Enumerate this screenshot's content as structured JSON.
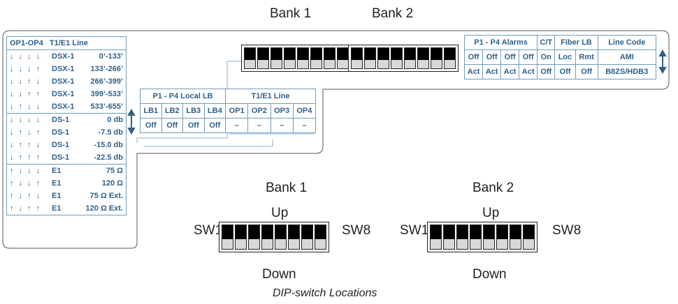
{
  "top_banks": {
    "bank1": "Bank 1",
    "bank2": "Bank 2"
  },
  "left_table": {
    "header_col1": "OP1-OP4",
    "header_col2": "T1/E1 Line",
    "dsx_rows": [
      {
        "arrows": "↓ ↓ ↓ ↓",
        "code": "DSX-1",
        "val": "0’-133’"
      },
      {
        "arrows": "↓ ↓ ↓ ↑",
        "code": "DSX-1",
        "val": "133’-266’"
      },
      {
        "arrows": "↓ ↓ ↑ ↓",
        "code": "DSX-1",
        "val": "266’-399’"
      },
      {
        "arrows": "↓ ↓ ↑ ↑",
        "code": "DSX-1",
        "val": "399’-533’"
      },
      {
        "arrows": "↓ ↑ ↓ ↓",
        "code": "DSX-1",
        "val": "533’-655’"
      }
    ],
    "ds_rows": [
      {
        "arrows": "↓ ↓ ↓ ↓",
        "code": "DS-1",
        "val": "0 db"
      },
      {
        "arrows": "↓ ↑ ↓ ↑",
        "code": "DS-1",
        "val": "-7.5 db"
      },
      {
        "arrows": "↓ ↑ ↑ ↓",
        "code": "DS-1",
        "val": "-15.0 db"
      },
      {
        "arrows": "↓ ↑ ↑ ↑",
        "code": "DS-1",
        "val": "-22.5 db"
      }
    ],
    "e1_rows": [
      {
        "arrows": "↑ ↓ ↓ ↓",
        "code": "E1",
        "val": "75 Ω"
      },
      {
        "arrows": "↑ ↓ ↓ ↑",
        "code": "E1",
        "val": "120 Ω"
      },
      {
        "arrows": "↑ ↓ ↑ ↓",
        "code": "E1",
        "val": "75 Ω Ext."
      },
      {
        "arrows": "↑ ↓ ↑ ↑",
        "code": "E1",
        "val": "120 Ω Ext."
      }
    ]
  },
  "mid_table": {
    "group1": "P1 - P4 Local LB",
    "group2": "T1/E1 Line",
    "cols": [
      "LB1",
      "LB2",
      "LB3",
      "LB4",
      "OP1",
      "OP2",
      "OP3",
      "OP4"
    ],
    "vals": [
      "Off",
      "Off",
      "Off",
      "Off",
      "–",
      "–",
      "–",
      "–"
    ]
  },
  "right_table": {
    "group_alarms": "P1 - P4 Alarms",
    "group_ct": "C/T",
    "group_fiber": "Fiber LB",
    "group_line": "Line Code",
    "row1": [
      "Off",
      "Off",
      "Off",
      "Off",
      "On",
      "Loc",
      "Rmt",
      "AMI"
    ],
    "row2": [
      "Act",
      "Act",
      "Act",
      "Act",
      "Off",
      "Off",
      "Off",
      "B8ZS/HDB3"
    ]
  },
  "bottom": {
    "bank1": "Bank 1",
    "bank2": "Bank 2",
    "up": "Up",
    "down": "Down",
    "sw1": "SW1",
    "sw8": "SW8"
  },
  "caption": "DIP-switch Locations"
}
